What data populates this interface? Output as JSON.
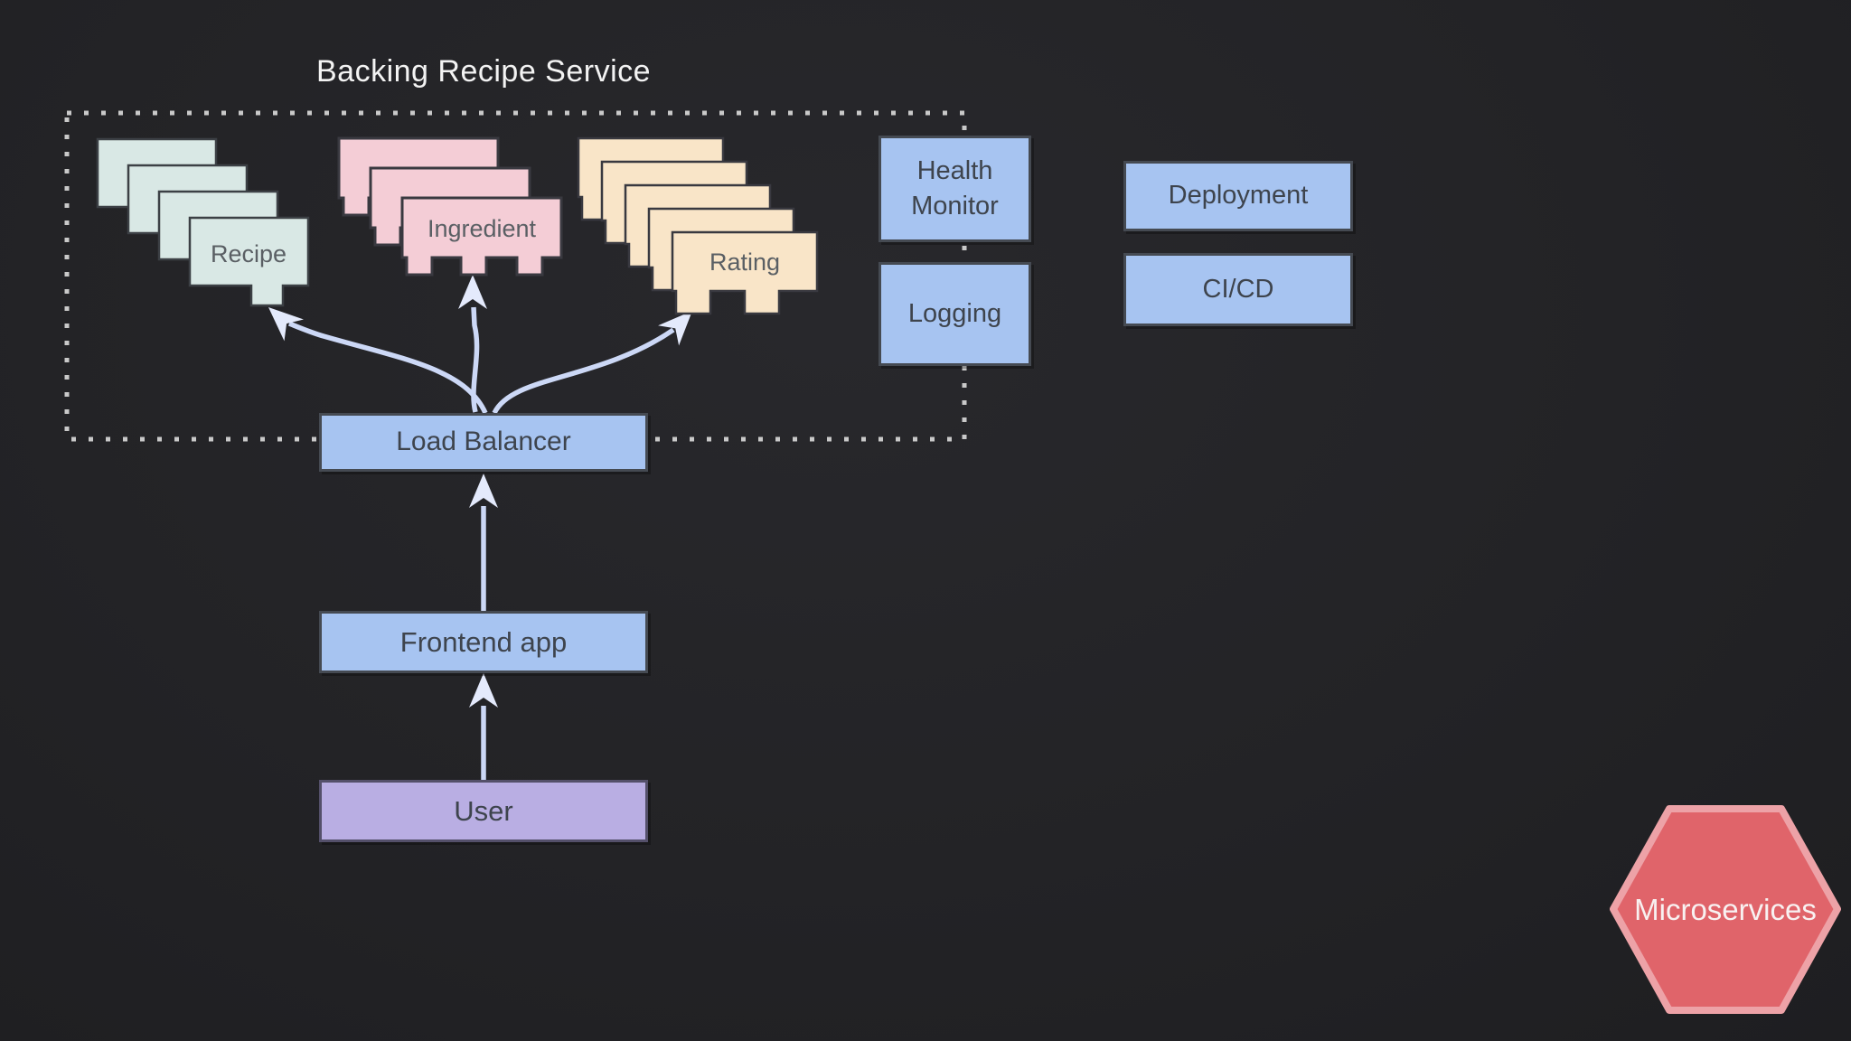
{
  "title": {
    "text": "Backing Recipe Service"
  },
  "container": {
    "label": "Backing Recipe Service boundary",
    "border_style": "dotted",
    "border_color": "#c9c9c9"
  },
  "stacks": {
    "recipe": {
      "label": "Recipe",
      "card_count": 4,
      "fill": "#d9e8e5"
    },
    "ingredient": {
      "label": "Ingredient",
      "card_count": 3,
      "fill": "#f4cdd6"
    },
    "rating": {
      "label": "Rating",
      "card_count": 5,
      "fill": "#f9e5c8"
    }
  },
  "boxes": {
    "health_monitor": {
      "label": "Health Monitor"
    },
    "logging": {
      "label": "Logging"
    },
    "deployment": {
      "label": "Deployment"
    },
    "cicd": {
      "label": "CI/CD"
    },
    "load_balancer": {
      "label": "Load Balancer"
    },
    "frontend_app": {
      "label": "Frontend app"
    },
    "user": {
      "label": "User"
    }
  },
  "hexagon": {
    "label": "Microservices",
    "fill": "#e0646a",
    "border": "#eda2a7"
  },
  "arrows": [
    {
      "from": "User",
      "to": "Frontend app"
    },
    {
      "from": "Frontend app",
      "to": "Load Balancer"
    },
    {
      "from": "Load Balancer",
      "to": "Recipe"
    },
    {
      "from": "Load Balancer",
      "to": "Ingredient"
    },
    {
      "from": "Load Balancer",
      "to": "Rating"
    }
  ],
  "colors": {
    "background": "#232326",
    "box_fill": "#a7c4f1",
    "box_border": "#454a52",
    "box_text": "#3e444d",
    "user_fill": "#b9aee3",
    "arrow": "#ccd8f6",
    "arrowhead": "#e4eafc",
    "card_text": "#5a5f64",
    "title_text": "#f3f3f3"
  }
}
